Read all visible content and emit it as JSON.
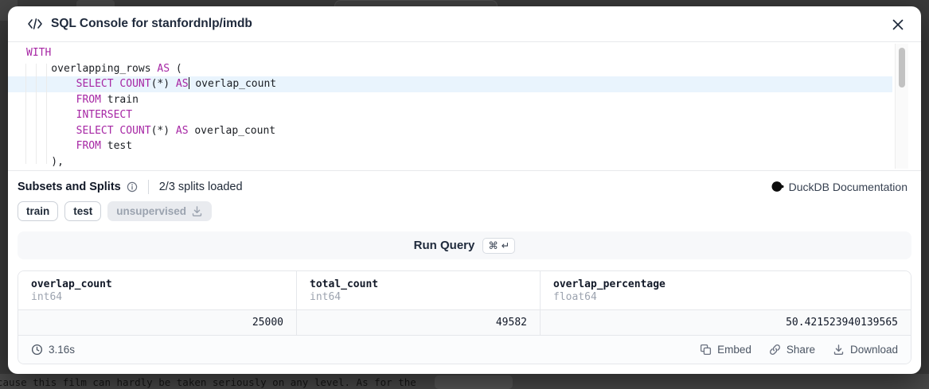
{
  "overlay": {
    "background_snippet": "cause this film can hardly be taken seriously on any level. As for the"
  },
  "modal": {
    "title": "SQL Console for stanfordnlp/imdb",
    "editor": {
      "lines": [
        {
          "tokens": [
            [
              "kw",
              "WITH"
            ]
          ]
        },
        {
          "tokens": [
            [
              "pl",
              "    overlapping_rows "
            ],
            [
              "kw",
              "AS"
            ],
            [
              "pl",
              " ("
            ]
          ]
        },
        {
          "highlighted": true,
          "tokens": [
            [
              "pl",
              "        "
            ],
            [
              "kw",
              "SELECT"
            ],
            [
              "pl",
              " "
            ],
            [
              "kw",
              "COUNT"
            ],
            [
              "pl",
              "(*) "
            ],
            [
              "kw",
              "AS"
            ],
            [
              "cursor",
              ""
            ],
            [
              "pl",
              " overlap_count"
            ]
          ]
        },
        {
          "tokens": [
            [
              "pl",
              "        "
            ],
            [
              "kw",
              "FROM"
            ],
            [
              "pl",
              " train"
            ]
          ]
        },
        {
          "tokens": [
            [
              "pl",
              "        "
            ],
            [
              "kw",
              "INTERSECT"
            ]
          ]
        },
        {
          "tokens": [
            [
              "pl",
              "        "
            ],
            [
              "kw",
              "SELECT"
            ],
            [
              "pl",
              " "
            ],
            [
              "kw",
              "COUNT"
            ],
            [
              "pl",
              "(*) "
            ],
            [
              "kw",
              "AS"
            ],
            [
              "pl",
              " overlap_count"
            ]
          ]
        },
        {
          "tokens": [
            [
              "pl",
              "        "
            ],
            [
              "kw",
              "FROM"
            ],
            [
              "pl",
              " test"
            ]
          ]
        },
        {
          "tokens": [
            [
              "pl",
              "    ),"
            ]
          ]
        }
      ]
    },
    "subsets": {
      "label": "Subsets and Splits",
      "status": "2/3 splits loaded",
      "doc_link": "DuckDB Documentation"
    },
    "splits": [
      {
        "label": "train",
        "loaded": true
      },
      {
        "label": "test",
        "loaded": true
      },
      {
        "label": "unsupervised",
        "loaded": false,
        "icon": "download-icon"
      }
    ],
    "run_query": {
      "label": "Run Query",
      "shortcut": "⌘ ↵"
    },
    "results": {
      "columns": [
        {
          "name": "overlap_count",
          "type": "int64"
        },
        {
          "name": "total_count",
          "type": "int64"
        },
        {
          "name": "overlap_percentage",
          "type": "float64"
        }
      ],
      "rows": [
        [
          "25000",
          "49582",
          "50.421523940139565"
        ]
      ],
      "duration": "3.16s",
      "actions": [
        {
          "label": "Embed",
          "icon": "embed-icon"
        },
        {
          "label": "Share",
          "icon": "share-icon"
        },
        {
          "label": "Download",
          "icon": "download-icon"
        }
      ]
    }
  },
  "colors": {
    "keyword": "#a626a4",
    "line_highlight": "#e9f4fd",
    "text_dark": "#1e293b"
  }
}
